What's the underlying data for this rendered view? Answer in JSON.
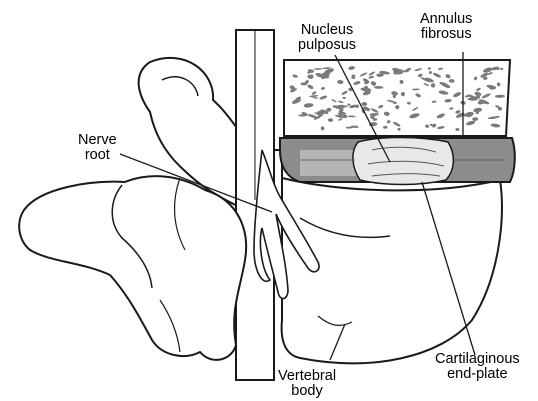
{
  "labels": {
    "nucleus": [
      "Nucleus",
      "pulposus"
    ],
    "annulus": [
      "Annulus",
      "fibrosus"
    ],
    "nerve": [
      "Nerve",
      "root"
    ],
    "cartilage": [
      "Cartilaginous",
      "end-plate"
    ],
    "vertebral": [
      "Vertebral",
      "body"
    ]
  },
  "colors": {
    "outline": "#1a1a1a",
    "disc_gray": "#8c8c8c",
    "disc_light": "#cfcfcf",
    "bone": "#ffffff",
    "speckle": "#7a7a7a"
  }
}
